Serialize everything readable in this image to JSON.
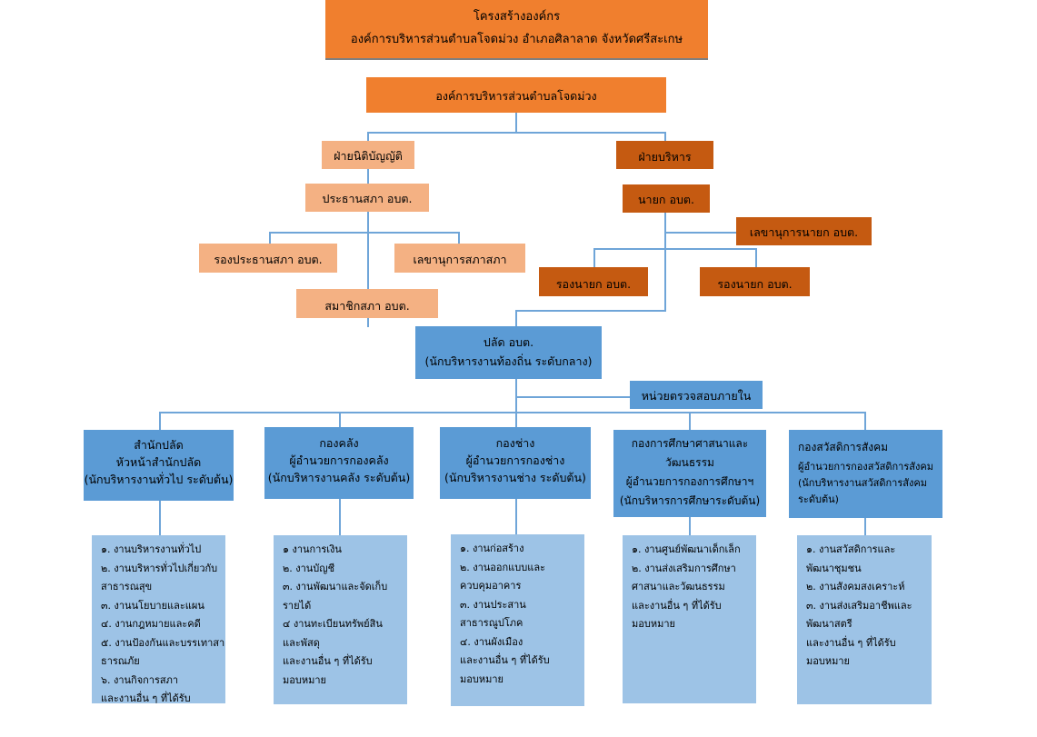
{
  "header": {
    "line1": "โครงสร้างองค์กร",
    "line2": "องค์การบริหารส่วนตำบลโจดม่วง  อำเภอศิลาลาด  จังหวัดศรีสะเกษ"
  },
  "top": {
    "label": "องค์การบริหารส่วนตำบลโจดม่วง"
  },
  "legislative": {
    "label": "ฝ่ายนิติบัญญัติ",
    "chair": "ประธานสภา อบต.",
    "vice_chair": "รองประธานสภา อบต.",
    "secretary": "เลขานุการสภาสภา",
    "members": "สมาชิกสภา อบต."
  },
  "executive": {
    "label": "ฝ่ายบริหาร",
    "mayor": "นายก อบต.",
    "mayor_secretary": "เลขานุการนายก อบต.",
    "deputy_left": "รองนายก อบต.",
    "deputy_right": "รองนายก อบต."
  },
  "palad": {
    "line1": "ปลัด อบต.",
    "line2": "(นักบริหารงานท้องถิ่น ระดับกลาง)"
  },
  "audit": {
    "label": "หน่วยตรวจสอบภายใน"
  },
  "divisions": [
    {
      "lines": [
        "สำนักปลัด",
        "หัวหน้าสำนักปลัด",
        "(นักบริหารงานทั่วไป ระดับต้น)"
      ],
      "tasks": [
        "๑. งานบริหารงานทั่วไป",
        "๒. งานบริหารทั่วไปเกี่ยวกับ",
        "สาธารณสุข",
        "๓. งานนโยบายและแผน",
        "๔. งานกฎหมายและคดี",
        "๕. งานป้องกันและบรรเทาสา",
        "ธารณภัย",
        "๖. งานกิจการสภา",
        "และงานอื่น ๆ ที่ได้รับ"
      ]
    },
    {
      "lines": [
        "กองคลัง",
        "ผู้อำนวยการกองคลัง",
        "(นักบริหารงานคลัง ระดับต้น)"
      ],
      "tasks": [
        "๑  งานการเงิน",
        "๒. งานบัญชี",
        "๓. งานพัฒนาและจัดเก็บ",
        "รายได้",
        "๔ งานทะเบียนทรัพย์สิน",
        "และพัสดุ",
        "และงานอื่น ๆ ที่ได้รับ",
        "มอบหมาย"
      ]
    },
    {
      "lines": [
        "กองช่าง",
        "ผู้อำนวยการกองช่าง",
        "(นักบริหารงานช่าง ระดับต้น)"
      ],
      "tasks": [
        "๑. งานก่อสร้าง",
        "๒. งานออกแบบและ",
        "ควบคุมอาคาร",
        "๓. งานประสาน",
        "สาธารณูปโภค",
        "๔. งานผังเมือง",
        "และงานอื่น ๆ ที่ได้รับ",
        "มอบหมาย"
      ]
    },
    {
      "lines": [
        "กองการศึกษาศาสนาและ",
        "วัฒนธรรม",
        "ผู้อำนวยการกองการศึกษาฯ",
        "(นักบริหารการศึกษาระดับต้น)"
      ],
      "tasks": [
        "๑. งานศูนย์พัฒนาเด็กเล็ก",
        "๒. งานส่งเสริมการศึกษา",
        "ศาสนาและวัฒนธรรม",
        "และงานอื่น ๆ ที่ได้รับ",
        "มอบหมาย"
      ]
    },
    {
      "lines": [
        "กองสวัสดิการสังคม",
        "ผู้อำนวยการกองสวัสดิการสังคม",
        "(นักบริหารงานสวัสดิการสังคม",
        "ระดับต้น)"
      ],
      "tasks": [
        "๑. งานสวัสดิการและ",
        "พัฒนาชุมชน",
        "๒. งานสังคมสงเคราะห์",
        "๓. งานส่งเสริมอาชีพและ",
        "พัฒนาสตรี",
        "และงานอื่น ๆ ที่ได้รับ",
        "มอบหมาย"
      ]
    }
  ],
  "colors": {
    "header": "#f07f2e",
    "executive": "#c55a11",
    "legislative": "#f4b183",
    "admin": "#5b9bd5",
    "tasks": "#9dc3e6",
    "connector": "#6fa5d8"
  }
}
